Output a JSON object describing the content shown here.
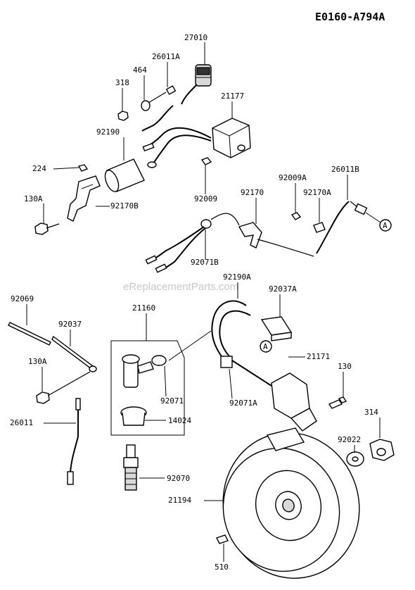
{
  "diagram_code": "E0160-A794A",
  "watermark": "eReplacementParts.com",
  "callout_marker": "A",
  "labels": [
    "27010",
    "26011A",
    "464",
    "318",
    "21177",
    "92190",
    "224",
    "130A",
    "92170B",
    "92009",
    "92170",
    "92009A",
    "92170A",
    "26011B",
    "92071B",
    "92069",
    "92037",
    "130A",
    "26011",
    "21160",
    "92071",
    "14024",
    "92070",
    "92190A",
    "92037A",
    "21171",
    "130",
    "92071A",
    "314",
    "92022",
    "21194",
    "510"
  ]
}
